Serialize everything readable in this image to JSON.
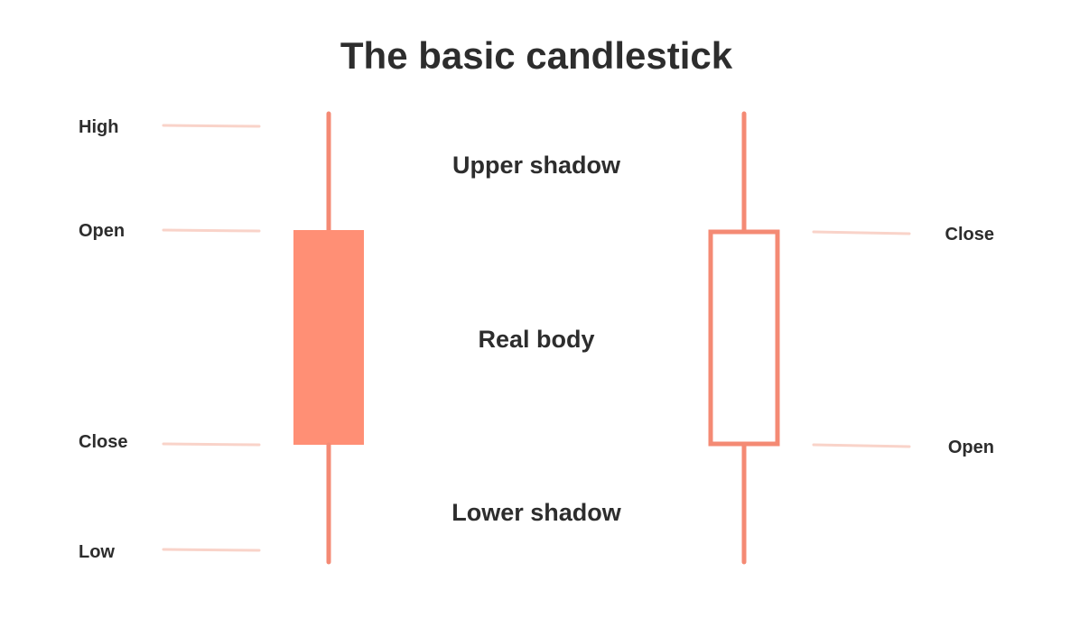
{
  "title": "The basic candlestick",
  "labels": {
    "upper_shadow": "Upper shadow",
    "real_body": "Real body",
    "lower_shadow": "Lower shadow"
  },
  "left_candle": {
    "high": "High",
    "open": "Open",
    "close": "Close",
    "low": "Low",
    "style": "filled"
  },
  "right_candle": {
    "close": "Close",
    "open": "Open",
    "style": "hollow"
  },
  "colors": {
    "candle": "#f48a74",
    "candle_fill": "#ff8f75",
    "guide_line": "#f9d3c9",
    "text": "#2d2d2d",
    "background": "#ffffff"
  }
}
